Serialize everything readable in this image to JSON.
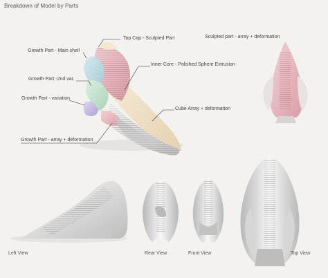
{
  "header": {
    "title": "Breakdown of Model by Parts"
  },
  "callouts": [
    {
      "id": "top-cap",
      "text": "Top Cap - Sculpted Part"
    },
    {
      "id": "growth-main",
      "text": "Growth Part - Main shell"
    },
    {
      "id": "inner-core",
      "text": "Inner Core - Polished Sphere Extrusion"
    },
    {
      "id": "growth-2nd",
      "text": "Growth Part -2nd var."
    },
    {
      "id": "growth-variation",
      "text": "Growth Part - variation"
    },
    {
      "id": "cube-array",
      "text": "Cube Array + deformation"
    },
    {
      "id": "growth-array",
      "text": "Growth Part - array + deformation"
    },
    {
      "id": "sculpted-array",
      "text": "Sculpted part - array + deformation"
    }
  ],
  "views": [
    {
      "id": "left",
      "label": "Left View"
    },
    {
      "id": "rear",
      "label": "Rear View"
    },
    {
      "id": "front",
      "label": "Front View"
    },
    {
      "id": "top",
      "label": "Top View"
    }
  ],
  "colors": {
    "background": "#f3f2ef",
    "shell_pink": "#e7b9bf",
    "shell_blue": "#b8d6df",
    "shell_green": "#bfe0cc",
    "shell_lilac": "#c9bfe0",
    "core_cream": "#efe1cc",
    "render_grey": "#d9d9d9"
  }
}
